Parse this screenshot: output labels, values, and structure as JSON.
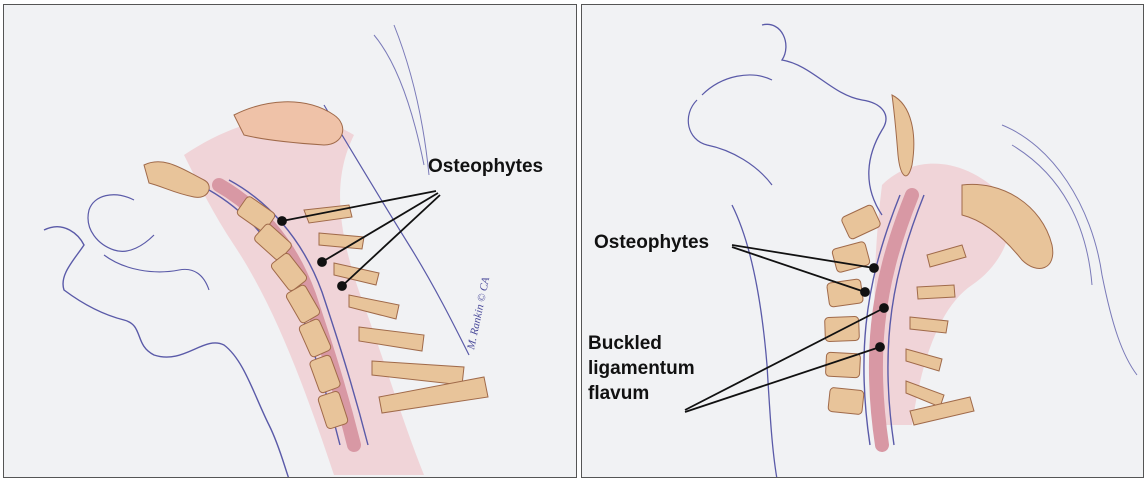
{
  "panels": [
    {
      "labels": {
        "osteophytes": "Osteophytes"
      },
      "signature": "M. Rankin © CA"
    },
    {
      "labels": {
        "osteophytes": "Osteophytes",
        "buckled": [
          "Buckled",
          "ligamentum",
          "flavum"
        ]
      }
    }
  ],
  "colors": {
    "background": "#f1f2f4",
    "outline": "#4a4a9a",
    "bone": "#e8c49a",
    "bone_edge": "#a06a4a",
    "cord": "#e3a8b2",
    "pointer": "#111111"
  }
}
